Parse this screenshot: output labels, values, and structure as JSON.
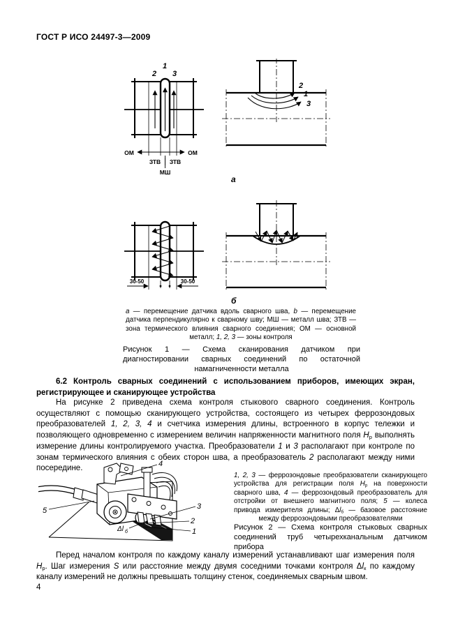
{
  "page": {
    "header": "ГОСТ Р ИСО 24497-3—2009",
    "page_number": "4"
  },
  "figure1": {
    "labels": {
      "top1": "1",
      "top2": "2",
      "top3": "3",
      "om": "ОМ",
      "ztv": "ЗТВ",
      "msh": "МШ",
      "pipe1": "1",
      "pipe2": "2",
      "pipe3": "3",
      "dim": "30-50",
      "sub_a": "а",
      "sub_b": "б"
    },
    "legend_segments": [
      {
        "t": "а",
        "s": "i"
      },
      {
        "t": " — перемещение датчика вдоль сварного шва, ",
        "s": ""
      },
      {
        "t": "b",
        "s": "i"
      },
      {
        "t": " — перемещение датчика перпендикулярно к сварному шву; МШ — металл шва; ЗТВ — зона термического влияния сварного соединения; ОМ — основной металл; ",
        "s": ""
      },
      {
        "t": "1, 2, 3",
        "s": "i"
      },
      {
        "t": " — зоны контроля",
        "s": ""
      }
    ],
    "caption": "Рисунок 1 — Схема сканирования датчиком при диагностировании сварных соединений по остаточной намагниченности металла"
  },
  "section": {
    "heading": "6.2 Контроль сварных соединений с использованием приборов, имеющих экран, регистрирующее и сканирующее устройства",
    "para1_segments": [
      {
        "t": "На рисунке 2 приведена схема контроля стыкового сварного соединения. Контроль осуществляют с помощью сканирующего устройства, состоящего из четырех феррозондовых преобразователей ",
        "s": ""
      },
      {
        "t": "1, 2, 3, 4",
        "s": "i"
      },
      {
        "t": " и счетчика измерения длины, встроенного в корпус тележки и позволяющего одновременно с измерением величин напряженности магнитного поля ",
        "s": ""
      },
      {
        "t": "H",
        "s": "i"
      },
      {
        "t": "р",
        "s": "sub"
      },
      {
        "t": " выполнять измерение длины контролируемого участка. Преобразователи ",
        "s": ""
      },
      {
        "t": "1",
        "s": "i"
      },
      {
        "t": " и ",
        "s": ""
      },
      {
        "t": "3",
        "s": "i"
      },
      {
        "t": " располагают при контроле по зонам термического влияния с обеих сторон шва, а преобразователь ",
        "s": ""
      },
      {
        "t": "2",
        "s": "i"
      },
      {
        "t": " располагают между ними посередине.",
        "s": ""
      }
    ],
    "para2_segments": [
      {
        "t": "Перед началом контроля по каждому каналу измерений устанавливают шаг измерения поля ",
        "s": ""
      },
      {
        "t": "H",
        "s": "i"
      },
      {
        "t": "р",
        "s": "sub"
      },
      {
        "t": ". Шаг измерения ",
        "s": ""
      },
      {
        "t": "S",
        "s": "i"
      },
      {
        "t": " или расстояние между двумя соседними точками контроля Δ",
        "s": ""
      },
      {
        "t": "l",
        "s": "i"
      },
      {
        "t": "к",
        "s": "sub"
      },
      {
        "t": " по каждому каналу измерений не должны превышать толщину стенок, соединяемых сварным швом.",
        "s": ""
      }
    ]
  },
  "figure2": {
    "labels": {
      "t1": "1",
      "t2": "2",
      "t3": "3",
      "t4": "4",
      "t5": "5",
      "base_dist": "Δl",
      "base_dist_sub": "б"
    },
    "legend_segments": [
      {
        "t": "1, 2, 3",
        "s": "i"
      },
      {
        "t": " — феррозондовые преобразователи сканирующего устройства для регистрации поля ",
        "s": ""
      },
      {
        "t": "H",
        "s": "i"
      },
      {
        "t": "р",
        "s": "sub"
      },
      {
        "t": " на поверхности сварного шва, ",
        "s": ""
      },
      {
        "t": "4",
        "s": "i"
      },
      {
        "t": " — феррозондовый преобразователь для отстройки от внешнего магнитного поля; ",
        "s": ""
      },
      {
        "t": "5",
        "s": "i"
      },
      {
        "t": " — колеса привода измерителя длины; Δ",
        "s": ""
      },
      {
        "t": "l",
        "s": "i"
      },
      {
        "t": "б",
        "s": "sub"
      },
      {
        "t": " — базовое расстояние между феррозондовыми преобразователями",
        "s": ""
      }
    ],
    "caption": "Рисунок 2 — Схема контроля стыковых сварных соединений труб четырехканальным датчиком прибора"
  }
}
